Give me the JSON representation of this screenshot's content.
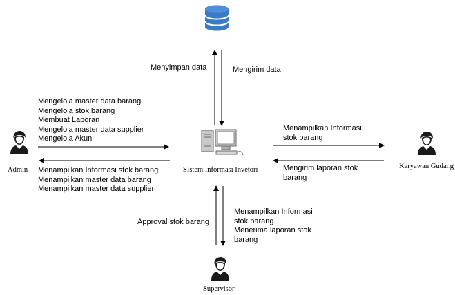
{
  "nodes": {
    "admin": "Admin",
    "system": "SIstem Informasi Invetori",
    "warehouse": "Karyawan Gudang",
    "supervisor": "Supervisor"
  },
  "flows": {
    "admin_to_system": [
      "Mengelola master data barang",
      "Mengelola stok barang",
      "Membuat Laporan",
      "Mengelola master data supplier",
      "Mengelola Akun"
    ],
    "system_to_admin": [
      "Menampilkan Informasi stok barang",
      "Menampilkan master data barang",
      "Menampilkan master data supplier"
    ],
    "system_to_db": "Menyimpan data",
    "db_to_system": "Mengirim data",
    "system_to_warehouse": [
      "Menampilkan Informasi",
      "stok barang"
    ],
    "warehouse_to_system": [
      "Mengirim laporan stok",
      "barang"
    ],
    "supervisor_to_system": "Approval stok barang",
    "system_to_supervisor": [
      "Menampilkan Informasi",
      "stok barang",
      "Menerima laporan stok",
      "barang"
    ]
  },
  "icons": {
    "database": "database-icon",
    "computer": "computer-icon",
    "person": "person-icon"
  },
  "colors": {
    "database": "#3a7bc8",
    "computer_body": "#c8c8c8",
    "person": "#1a1a1a"
  }
}
